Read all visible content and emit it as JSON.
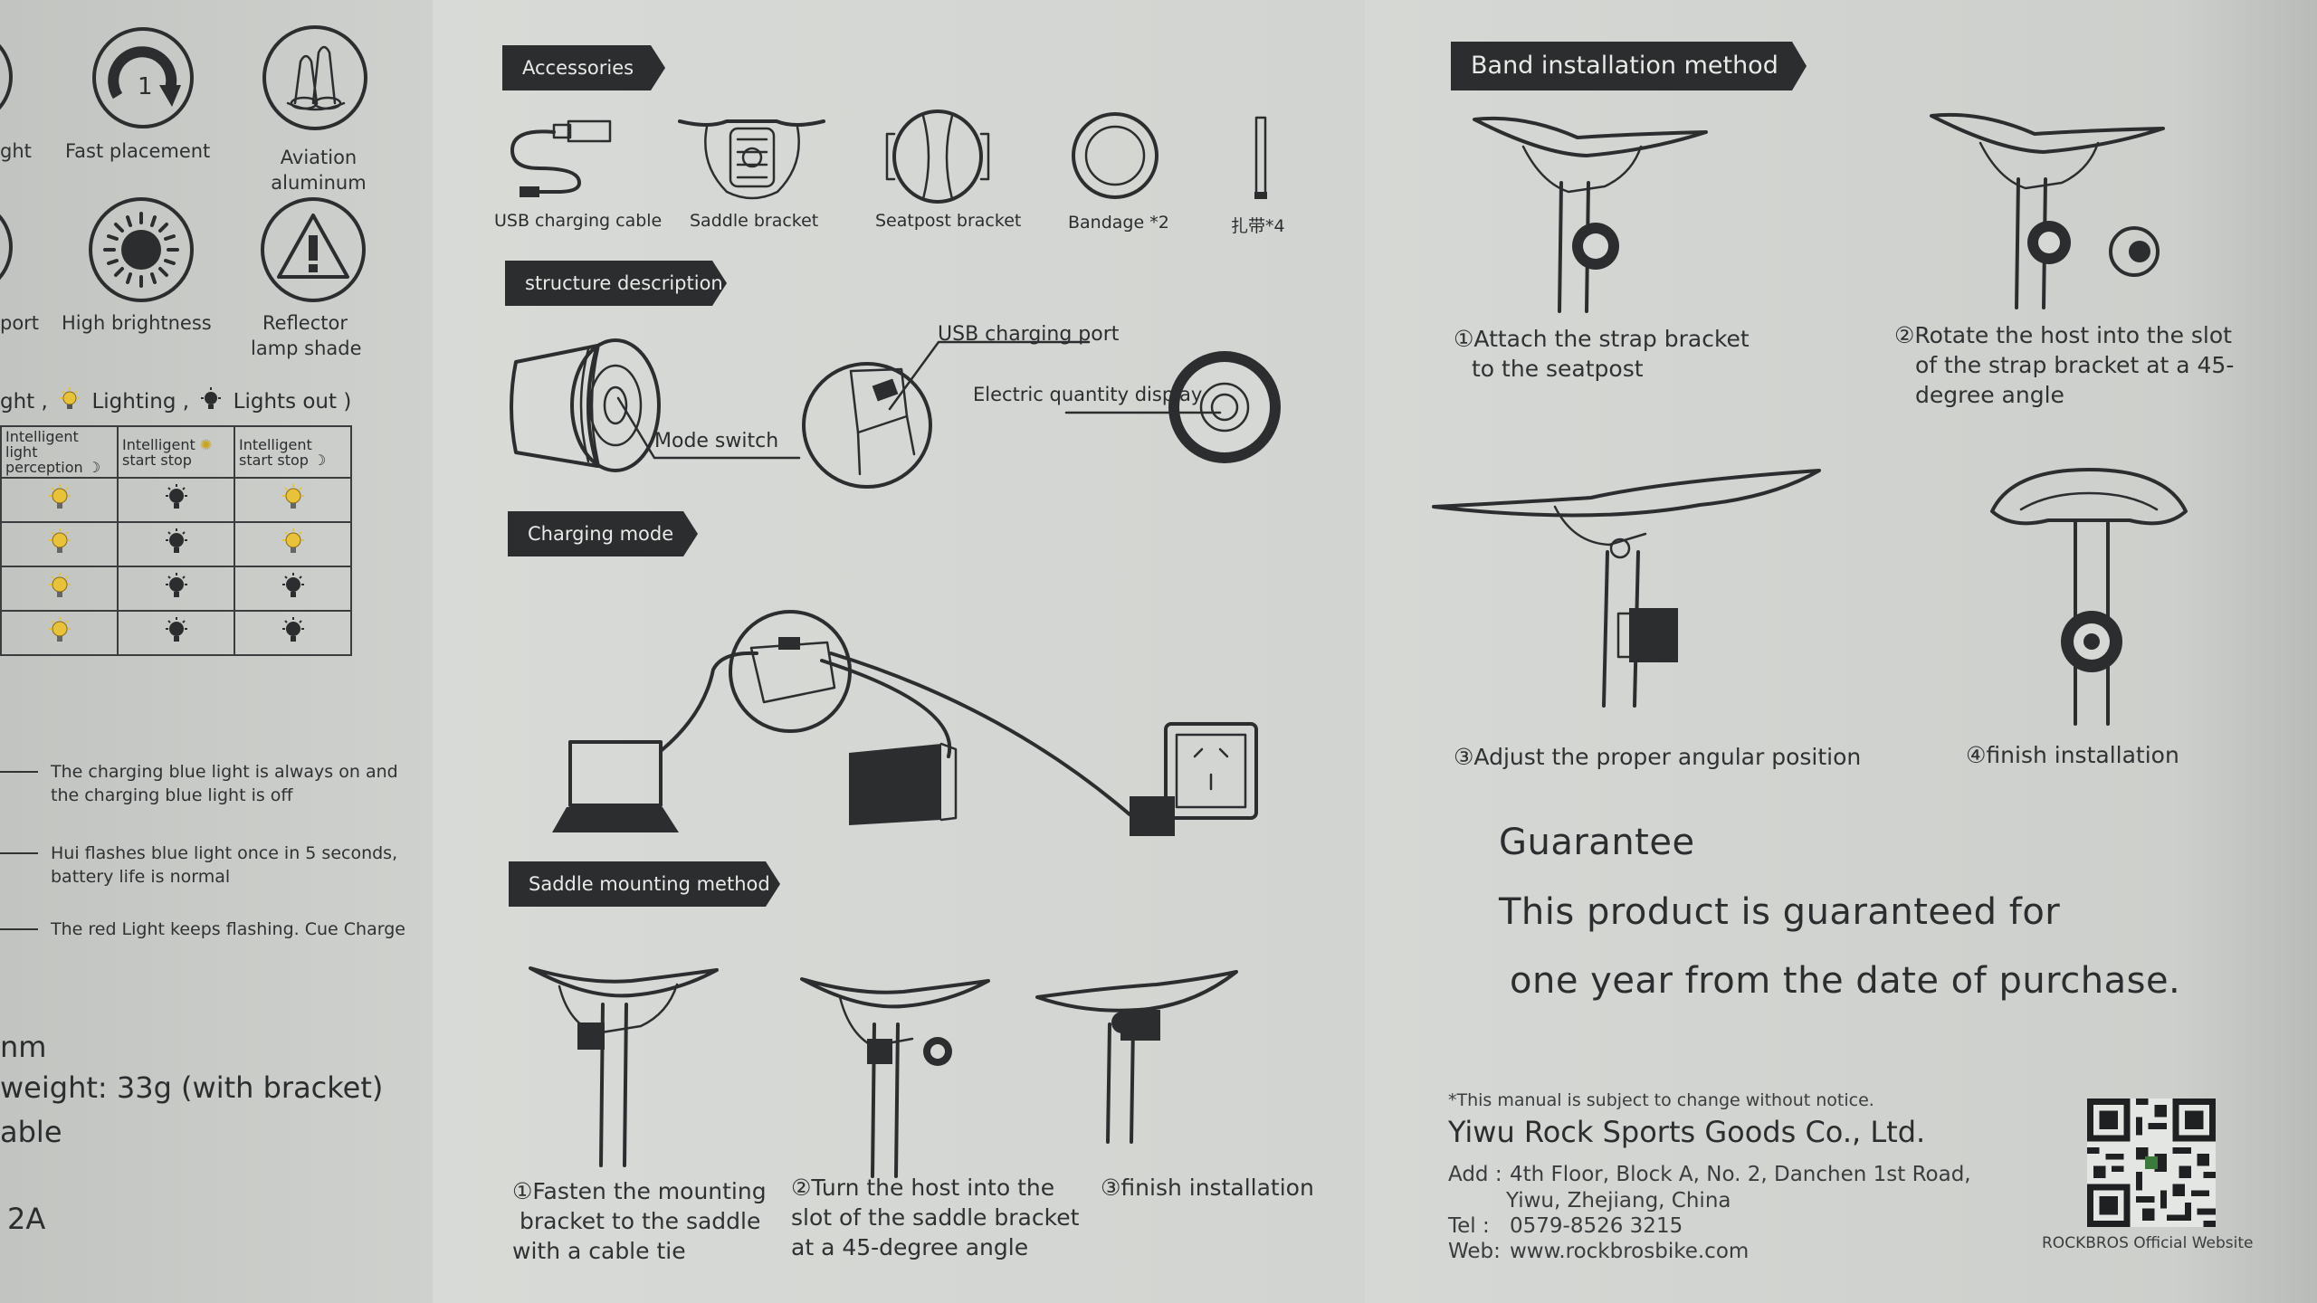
{
  "left_panel": {
    "features": [
      {
        "label_lines": [
          "ght"
        ]
      },
      {
        "label_lines": [
          "Fast placement"
        ]
      },
      {
        "label_lines": [
          "Aviation",
          "aluminum"
        ]
      },
      {
        "label_lines": [
          "port"
        ]
      },
      {
        "label_lines": [
          "High brightness"
        ]
      },
      {
        "label_lines": [
          "Reflector",
          "lamp shade"
        ]
      }
    ],
    "fast_placement_number": "1",
    "legend": {
      "prefix": "ght ,",
      "lighting": "Lighting ,",
      "lights_out": "Lights out )"
    },
    "table": {
      "headers": [
        {
          "lines": [
            "Intelligent light",
            "perception"
          ]
        },
        {
          "lines": [
            "Intelligent",
            "start stop"
          ]
        },
        {
          "lines": [
            "Intelligent",
            "start stop"
          ]
        }
      ],
      "rows": [
        [
          "on",
          "off",
          "on"
        ],
        [
          "on",
          "off",
          "on"
        ],
        [
          "on",
          "off",
          "off"
        ],
        [
          "on",
          "off",
          "off"
        ]
      ]
    },
    "charging_notes": [
      {
        "lines": [
          "The charging blue light is always on and",
          "the charging blue light is off"
        ]
      },
      {
        "lines": [
          "Hui flashes blue light once in 5 seconds,",
          "battery life is normal"
        ]
      },
      {
        "lines": [
          "The red Light keeps flashing. Cue Charge"
        ]
      }
    ],
    "specs": [
      "nm",
      "weight: 33g (with bracket)",
      "able",
      "2A"
    ]
  },
  "middle_panel": {
    "accessories_title": "Accessories",
    "accessories": [
      "USB charging cable",
      "Saddle bracket",
      "Seatpost bracket",
      "Bandage *2",
      "扎带*4"
    ],
    "structure_title": "structure description",
    "structure_labels": {
      "mode_switch": "Mode switch",
      "usb_port": "USB charging port",
      "electric_display": "Electric quantity display"
    },
    "charging_title": "Charging mode",
    "saddle_title": "Saddle mounting method",
    "saddle_steps": [
      {
        "lines": [
          "①Fasten the mounting",
          "bracket to the saddle",
          "with a cable tie"
        ]
      },
      {
        "lines": [
          "②Turn the host into the",
          "slot of the saddle bracket",
          "at a 45-degree angle"
        ]
      },
      {
        "lines": [
          "③finish installation"
        ]
      }
    ]
  },
  "right_panel": {
    "band_title": "Band installation method",
    "band_steps": [
      {
        "lines": [
          "①Attach the strap bracket",
          "to the seatpost"
        ]
      },
      {
        "lines": [
          "②Rotate the host into the slot",
          "of the strap bracket at a 45-",
          "degree angle"
        ]
      },
      {
        "lines": [
          "③Adjust the proper angular  position"
        ]
      },
      {
        "lines": [
          "④finish installation"
        ]
      }
    ],
    "guarantee": {
      "title": "Guarantee",
      "line1": "This product is guaranteed for",
      "line2": "one year from the date of purchase."
    },
    "notice": "*This manual is subject to change without notice.",
    "company": "Yiwu Rock Sports Goods Co., Ltd.",
    "address_label": "Add :",
    "address_line1": "4th Floor, Block A, No. 2, Danchen 1st Road,",
    "address_line2": "Yiwu, Zhejiang, China",
    "tel_label": "Tel   :",
    "tel": "0579-8526 3215",
    "web_label": "Web:",
    "web": "www.rockbrosbike.com",
    "qr_caption": "ROCKBROS Official Website"
  },
  "colors": {
    "ink": "#2b2d2f",
    "paper": "#d4d6d3",
    "bulb_on": "#e8c23a",
    "bulb_off": "#2b2d2f"
  }
}
